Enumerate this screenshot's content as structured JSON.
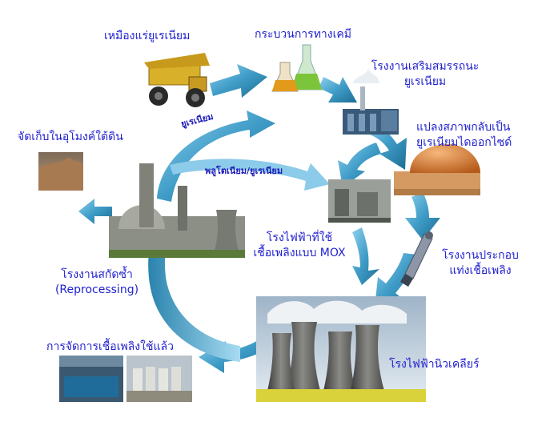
{
  "diagram": {
    "stages": {
      "mining": "เหมืองแร่ยูเรเนียม",
      "chemical_process": "กระบวนการทางเคมี",
      "enrichment_line1": "โรงงานเสริมสมรรถนะ",
      "enrichment_line2": "ยูเรเนียม",
      "conversion_line1": "แปลงสภาพกลับเป็น",
      "conversion_line2": "ยูเรเนียมไดออกไซด์",
      "fabrication_line1": "โรงงานประกอบ",
      "fabrication_line2": "แท่งเชื้อเพลิง",
      "nuclear_plant": "โรงไฟฟ้านิวเคลียร์",
      "spent_fuel": "การจัดการเชื้อเพลิงใช้แล้ว",
      "reprocessing_line1": "โรงงานสกัดซ้ำ",
      "reprocessing_line2": "(Reprocessing)",
      "mox_plant_line1": "โรงไฟฟ้าที่ใช้",
      "mox_plant_line2": "เชื้อเพลิงแบบ MOX",
      "storage": "จัดเก็บในอุโมงค์ใต้ดิน"
    },
    "flow_labels": {
      "uranium": "ยูเรเนียม",
      "plutonium_uranium": "พลูโตเนียม/ยูเรเนียม"
    },
    "colors": {
      "arrow_dark": "#1c6d92",
      "arrow_light": "#7fc4e6",
      "label_text": "#1f1fd0"
    }
  }
}
